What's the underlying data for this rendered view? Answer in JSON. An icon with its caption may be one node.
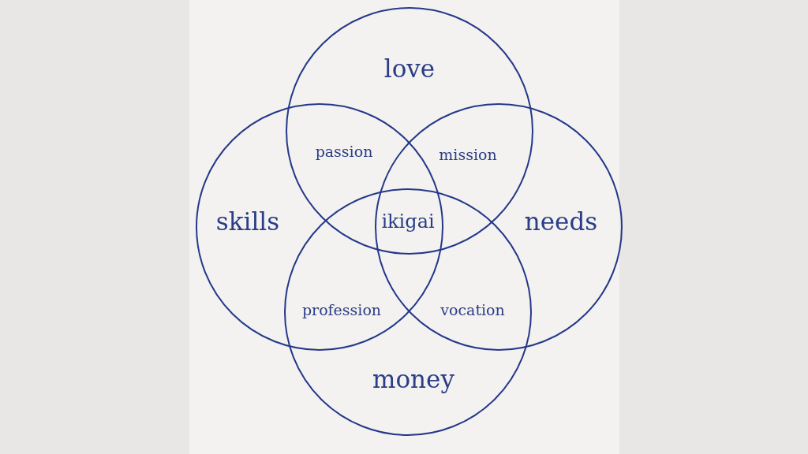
{
  "diagram": {
    "nodes": [
      {
        "text": [
          "love"
        ]
      },
      {
        "text": [
          "skills"
        ]
      },
      {
        "text": [
          "needs"
        ]
      },
      {
        "text": [
          "money"
        ]
      }
    ],
    "labels": [
      "passion",
      "mission",
      "ikigai",
      "profession",
      "vocation"
    ]
  }
}
